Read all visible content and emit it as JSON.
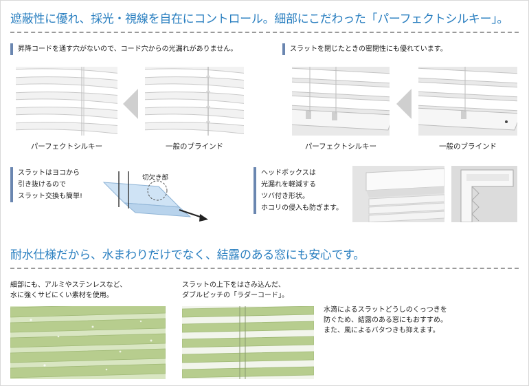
{
  "section1": {
    "heading": "遮蔽性に優れ、採光・視線を自在にコントロール。細部にこだわった「パーフェクトシルキー」。",
    "left_note": "昇降コードを通す穴がないので、コード穴からの光漏れがありません。",
    "right_note": "スラットを閉じたときの密閉性にも優れています。",
    "captions": {
      "left_perfect": "パーフェクトシルキー",
      "left_general": "一般のブラインド",
      "right_perfect": "パーフェクトシルキー",
      "right_general": "一般のブラインド"
    },
    "slat_note": [
      "スラットはヨコから",
      "引き抜けるので",
      "スラット交換も簡単!"
    ],
    "notch_label": "切欠き部",
    "headbox_note": [
      "ヘッドボックスは",
      "光漏れを軽減する",
      "ツバ付き形状。",
      "ホコリの侵入も防ぎます。"
    ]
  },
  "section2": {
    "heading": "耐水仕様だから、水まわりだけでなく、結露のある窓にも安心です。",
    "left_text": [
      "細部にも、アルミやステンレスなど、",
      "水に強くサビにくい素材を使用。"
    ],
    "middle_text": [
      "スラットの上下をはさみ込んだ、",
      "ダブルピッチの「ラダーコード」。"
    ],
    "right_text": [
      "水滴によるスラットどうしのくっつきを",
      "防ぐため、結露のある窓にもおすすめ。",
      "また、風によるバタつきも抑えます。"
    ]
  },
  "colors": {
    "heading": "#2a7fc0",
    "note_bar": "#6a86b0",
    "slat_green": "#b7cd8e"
  }
}
